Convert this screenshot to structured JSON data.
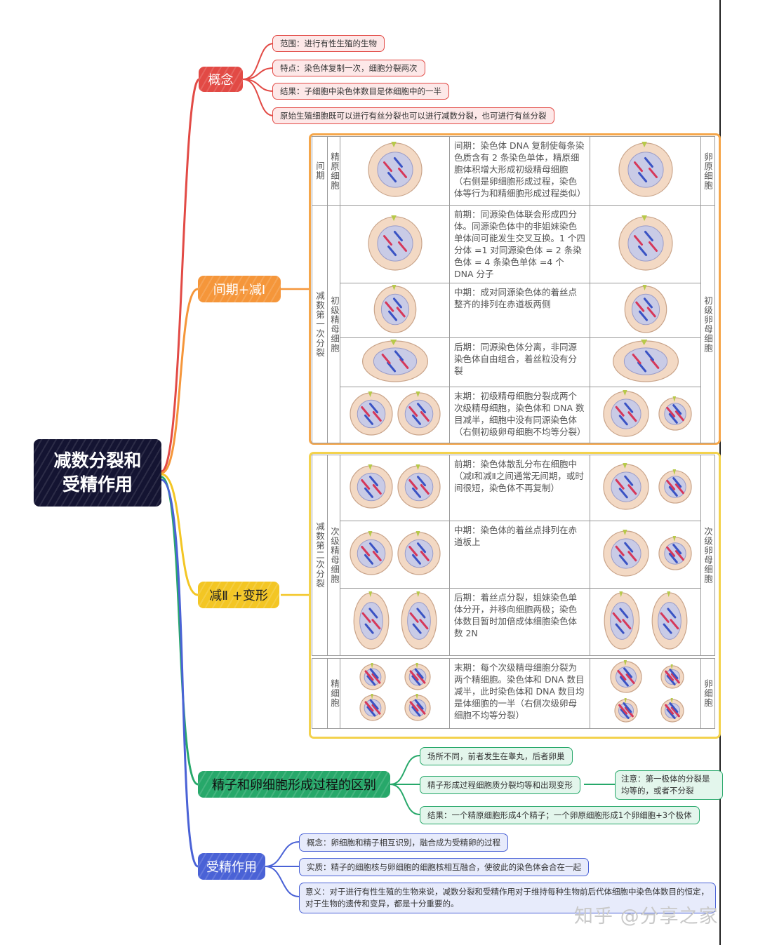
{
  "root": {
    "line1": "减数分裂和",
    "line2": "受精作用"
  },
  "branches": {
    "concept": {
      "label": "概念",
      "items": [
        "范围：进行有性生殖的生物",
        "特点：染色体复制一次，细胞分裂两次",
        "结果：子细胞中染色体数目是体细胞中的一半",
        "原始生殖细胞既可以进行有丝分裂也可以进行减数分裂，也可进行有丝分裂"
      ]
    },
    "interphase_m1": {
      "label": "间期+减Ⅰ"
    },
    "m2": {
      "label": "减Ⅱ +变形"
    },
    "difference": {
      "label": "精子和卵细胞形成过程的区别",
      "items": [
        "场所不同，前者发生在睾丸，后者卵巢",
        "精子形成过程细胞质分裂均等和出现变形",
        "结果：一个精原细胞形成4个精子；一个卵原细胞形成1个卵细胞+3个极体"
      ],
      "note": "注意：第一极体的分裂是均等的，或者不分裂"
    },
    "fertilization": {
      "label": "受精作用",
      "items": [
        "概念：卵细胞和精子相互识别，融合成为受精卵的过程",
        "实质：精子的细胞核与卵细胞的细胞核相互融合，使彼此的染色体会合在一起",
        "意义：对于进行有性生殖的生物来说，减数分裂和受精作用对于维持每种生物前后代体细胞中染色体数目的恒定，对于生物的遗传和变异，都是十分重要的。"
      ]
    }
  },
  "table1": {
    "stage_interphase": "间期",
    "stage_m1": "减数第一次分裂",
    "cell_spermatogonium": "精原细胞",
    "cell_primary_sperm": "初级精母细胞",
    "cell_oogonium": "卵原细胞",
    "cell_primary_oocyte": "初级卵母细胞",
    "rows": [
      "间期：染色体 DNA 复制使每条染色质含有 2 条染色单体，精原细胞体积增大形成初级精母细胞（右侧是卵细胞形成过程，染色体等行为和精细胞形成过程类似）",
      "前期：同源染色体联会形成四分体。同源染色体中的非姐妹染色单体间可能发生交叉互换。1 个四分体 =1 对同源染色体 = 2 条染色体 = 4 条染色单体 =4 个 DNA 分子",
      "中期：成对同源染色体的着丝点整齐的排列在赤道板两侧",
      "后期：同源染色体分离，非同源染色体自由组合，着丝粒没有分裂",
      "末期：初级精母细胞分裂成两个次级精母细胞，染色体和 DNA 数目减半，细胞中没有同源染色体（右侧初级卵母细胞不均等分裂）"
    ]
  },
  "table2": {
    "stage_m2": "减数第二次分裂",
    "cell_secondary_sperm": "次级精母细胞",
    "cell_sperm": "精细胞",
    "cell_secondary_oocyte": "次级卵母细胞",
    "cell_egg": "卵细胞",
    "rows": [
      "前期：染色体散乱分布在细胞中（减Ⅰ和减Ⅱ之间通常无间期，或时间很短，染色体不再复制）",
      "中期：染色体的着丝点排列在赤道板上",
      "后期：着丝点分裂，姐妹染色单体分开，并移向细胞两极；染色体数目暂时加倍成体细胞染色体数 2N",
      "末期：每个次级精母细胞分裂为两个精细胞。染色体和 DNA 数目减半，此时染色体和 DNA 数目均是体细胞的一半（右侧次级卵母细胞不均等分裂）"
    ]
  },
  "watermark": "知乎 @分享之家",
  "colors": {
    "red": "#e24a45",
    "orange": "#f5963a",
    "yellow": "#f3c624",
    "green": "#27a86a",
    "blue": "#4a62d6",
    "root": "#141432"
  }
}
